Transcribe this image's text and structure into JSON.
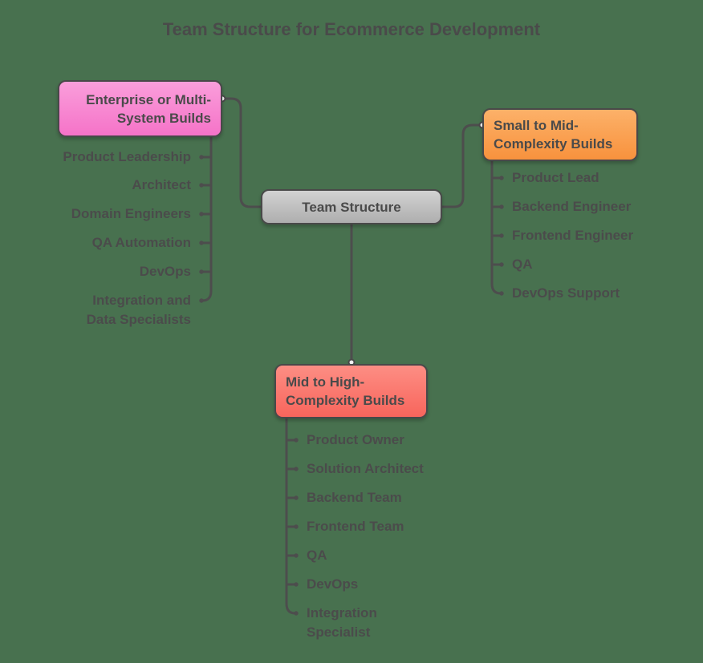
{
  "title": "Team Structure for Ecommerce Development",
  "root": {
    "label": "Team Structure"
  },
  "branches": {
    "enterprise": {
      "label": "Enterprise or Multi-System Builds",
      "items": [
        "Product Leadership",
        "Architect",
        "Domain Engineers",
        "QA Automation",
        "DevOps",
        "Integration and Data Specialists"
      ]
    },
    "small": {
      "label": "Small to Mid-Complexity Builds",
      "items": [
        "Product Lead",
        "Backend Engineer",
        "Frontend Engineer",
        "QA",
        "DevOps Support"
      ]
    },
    "mid": {
      "label": "Mid to High-Complexity Builds",
      "items": [
        "Product Owner",
        "Solution Architect",
        "Backend Team",
        "Frontend Team",
        "QA",
        "DevOps",
        "Integration Specialist"
      ]
    }
  },
  "colors": {
    "background": "#48714F",
    "line": "#4d4d4d",
    "text": "#4a4a4a",
    "item_text": "#4b4b4b",
    "node_border": "#494949",
    "enterprise_top": "#fa9edb",
    "enterprise_bottom": "#f573c8",
    "small_top": "#fcb169",
    "small_bottom": "#f8923d",
    "mid_top": "#fd8e84",
    "mid_bottom": "#f8655c",
    "root_top": "#d2d2d2",
    "root_bottom": "#aeaeae"
  }
}
